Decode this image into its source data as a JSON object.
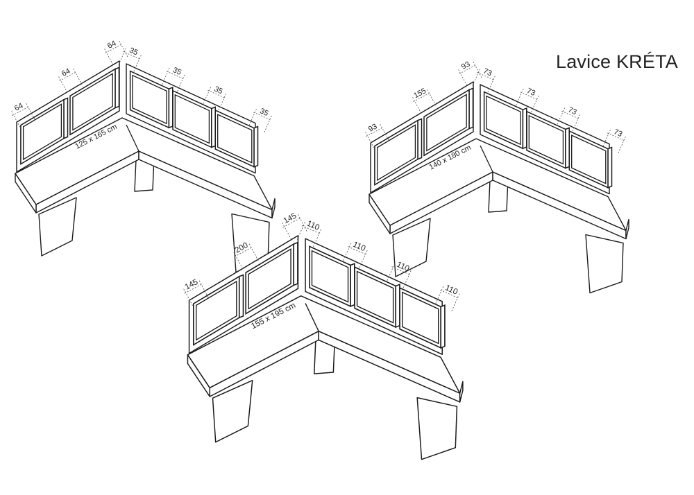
{
  "title": "Lavice KRÉTA",
  "benches": [
    {
      "size": "125 x 165 cm",
      "left_labels": [
        "64",
        "64",
        "64"
      ],
      "right_labels": [
        "35",
        "35",
        "35",
        "35"
      ]
    },
    {
      "size": "140 x 180 cm",
      "left_labels": [
        "93",
        "155",
        "93"
      ],
      "right_labels": [
        "73",
        "73",
        "73",
        "73"
      ]
    },
    {
      "size": "155 x 195 cm",
      "left_labels": [
        "145",
        "200",
        "145"
      ],
      "right_labels": [
        "110",
        "110",
        "110",
        "110"
      ]
    }
  ]
}
